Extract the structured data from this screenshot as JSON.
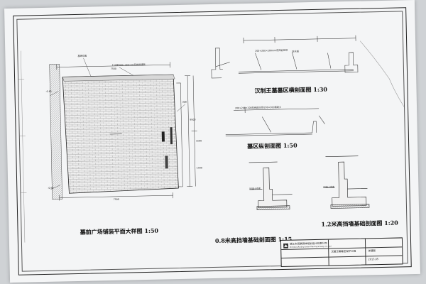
{
  "titles": {
    "plaza_plan": "墓前广场铺装平面大样图 1:50",
    "cross_section": "汉制王墓墓区横剖面图 1:30",
    "longitudinal_section": "墓区纵剖面图 1:50",
    "wall_08": "0.8米高挡墙基础剖面图 1:15",
    "wall_12": "1.2米高挡墙基础剖面图 1:20"
  },
  "annotations": {
    "dims_top": "7500",
    "dims_bottom": "7500",
    "dim_side": "9500",
    "elev_left_top": "-0.65",
    "elev_left_bottom": "-0.95",
    "dim_right_1": "1500",
    "dim_right_2": "1500",
    "top_label": "150厚300×300×30花岗岩铺面",
    "top_label_2": "墓碑位置",
    "side_note": "台阶",
    "section_note_1": "200×200×200mm花岗岩压顶",
    "section_note_2": "防水层",
    "long_note": "200×200×200花岗岩压顶/200×200混凝土",
    "wall_note": "回填土夯实"
  },
  "title_block": {
    "company": "镇江市润景园林规划设计有限公司",
    "company_en": "Zhenjiang Runjing Garden Planning & Design Co., Ltd",
    "project": "汉墓王墓墓区保护工程",
    "drawing": "详细图",
    "date": "2013.05"
  }
}
